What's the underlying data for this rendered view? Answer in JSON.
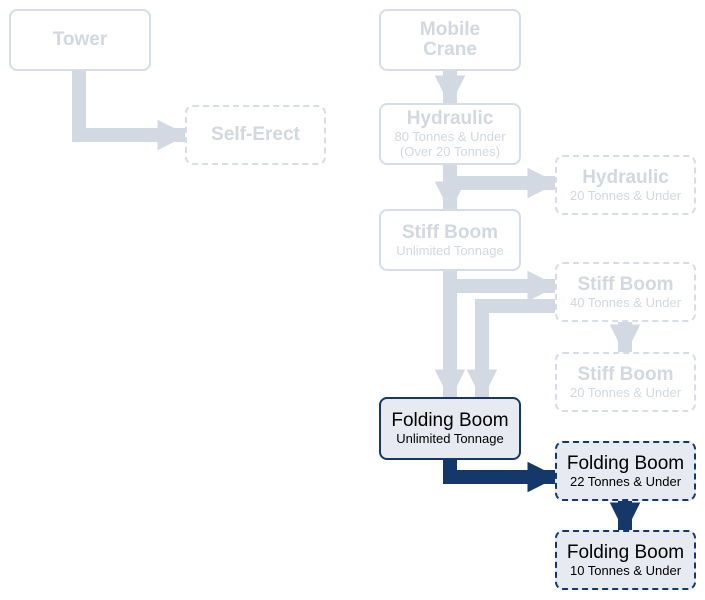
{
  "colors": {
    "faded_border": "#d7dde6",
    "faded_text": "#d2d8e0",
    "faded_arrow": "#d2d9e3",
    "active_border": "#15386a",
    "active_fill": "#e7ebf1",
    "active_arrow": "#15386a"
  },
  "nodes": {
    "tower": {
      "title": "Tower"
    },
    "self_erect": {
      "title": "Self-Erect"
    },
    "mobile_crane": {
      "title_line1": "Mobile",
      "title_line2": "Crane"
    },
    "hydraulic_80": {
      "title": "Hydraulic",
      "sub_line1": "80 Tonnes & Under",
      "sub_line2": "(Over 20 Tonnes)"
    },
    "hydraulic_20": {
      "title": "Hydraulic",
      "sub": "20 Tonnes & Under"
    },
    "stiff_boom_unlimited": {
      "title": "Stiff Boom",
      "sub": "Unlimited Tonnage"
    },
    "stiff_boom_40": {
      "title": "Stiff Boom",
      "sub": "40 Tonnes & Under"
    },
    "stiff_boom_20": {
      "title": "Stiff Boom",
      "sub": "20 Tonnes & Under"
    },
    "folding_boom_unlimited": {
      "title": "Folding Boom",
      "sub": "Unlimited Tonnage"
    },
    "folding_boom_22": {
      "title": "Folding Boom",
      "sub": "22 Tonnes & Under"
    },
    "folding_boom_10": {
      "title": "Folding Boom",
      "sub": "10 Tonnes & Under"
    }
  }
}
